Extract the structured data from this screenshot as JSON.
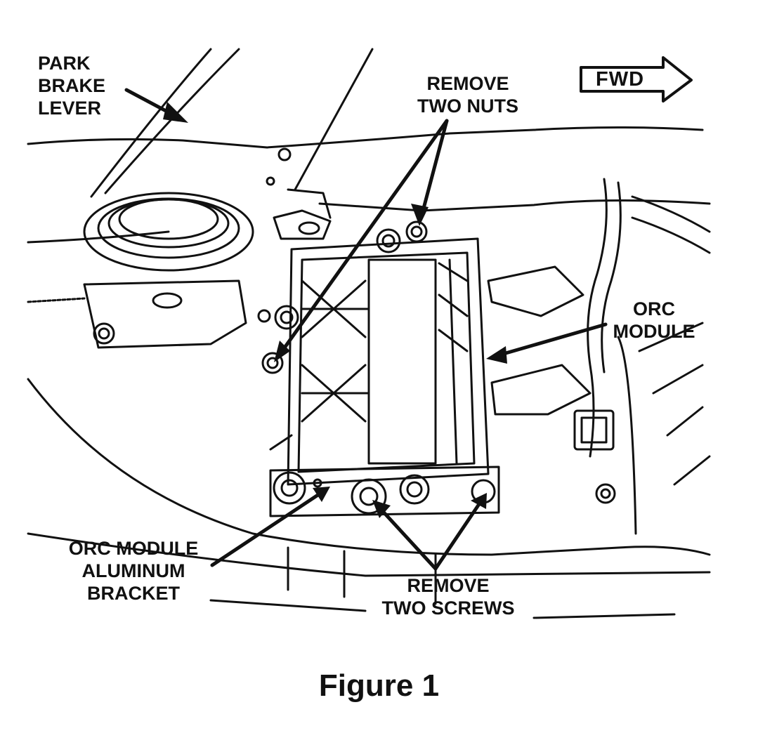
{
  "labels": {
    "park_brake_lever": [
      "PARK",
      "BRAKE",
      "LEVER"
    ],
    "remove_two_nuts": [
      "REMOVE",
      "TWO NUTS"
    ],
    "fwd": "FWD",
    "orc_module": [
      "ORC",
      "MODULE"
    ],
    "orc_module_bracket": [
      "ORC MODULE",
      "ALUMINUM",
      "BRACKET"
    ],
    "remove_two_screws": [
      "REMOVE",
      "TWO SCREWS"
    ]
  },
  "caption": "Figure 1",
  "colors": {
    "ink": "#111111",
    "background": "#ffffff"
  }
}
